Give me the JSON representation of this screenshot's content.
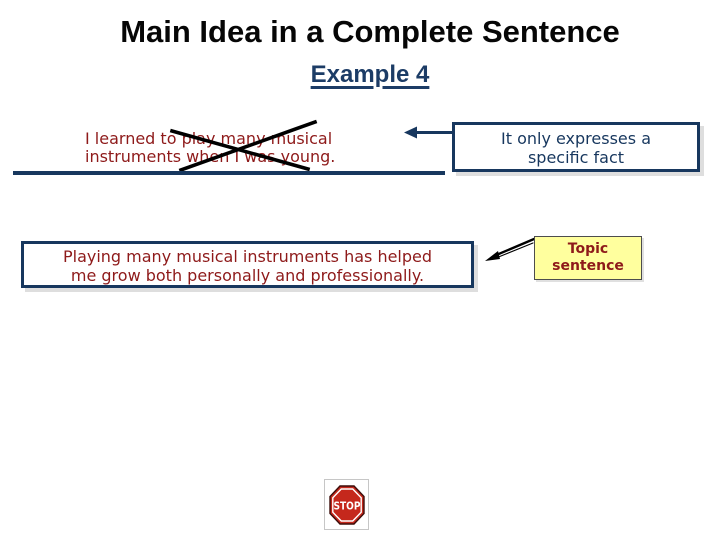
{
  "slide": {
    "title": "Main Idea in a Complete Sentence",
    "subtitle": "Example 4",
    "example_sentence": {
      "line1": "I learned to play many musical",
      "line2": "instruments when I was young.",
      "crossed_out": true
    },
    "fact_callout": {
      "line1": "It only expresses a",
      "line2": "specific fact"
    },
    "topic_sentence": {
      "line1": "Playing many musical instruments has helped",
      "line2": "me grow both personally and professionally."
    },
    "topic_label": {
      "line1": "Topic",
      "line2": "sentence"
    },
    "stop_sign_label": "STOP",
    "colors": {
      "navy": "#17375e",
      "dark_red": "#8e1a1a",
      "label_bg_yellow": "#ffff9e",
      "stop_red": "#c5281c",
      "title_black": "#060606"
    }
  }
}
